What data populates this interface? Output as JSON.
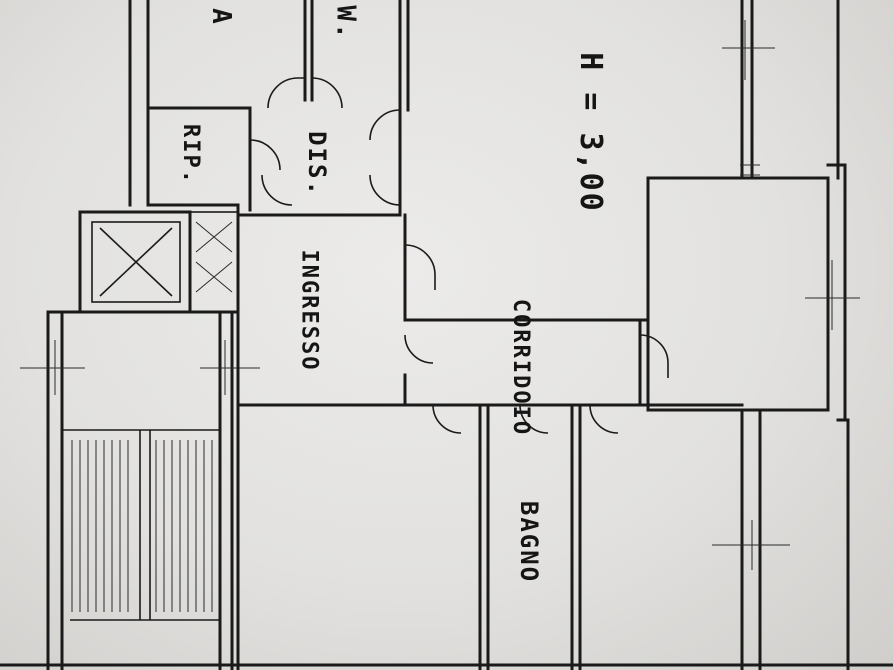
{
  "plan": {
    "rooms": {
      "ripostiglio": "RIP.",
      "disimpegno": "DIS.",
      "ingresso": "INGRESSO",
      "corridoio": "CORRIDOIO",
      "bagno": "BAGNO",
      "wc_fragment": "W.",
      "top_fragment": "A"
    },
    "height_note": "H = 3,00"
  }
}
